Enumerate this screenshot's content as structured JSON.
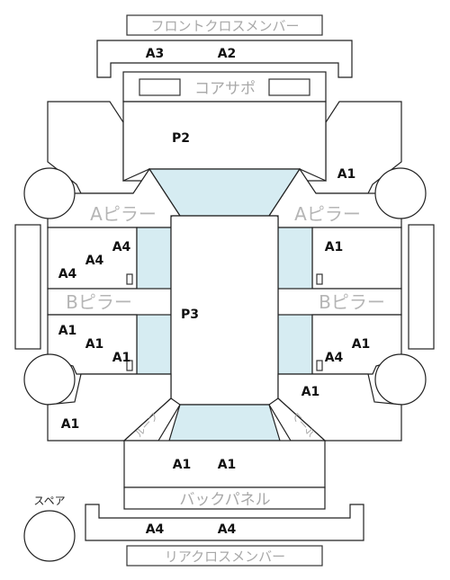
{
  "labels": {
    "front_cross_member": "フロントクロスメンバー",
    "core_support": "コアサポ",
    "a_pillar": "Aピラー",
    "b_pillar": "Bピラー",
    "roof": "ルーフ",
    "back_panel": "バックパネル",
    "rear_cross_member": "リアクロスメンバー",
    "spare": "スペア"
  },
  "codes": {
    "front_cross_left": "A3",
    "front_cross_right": "A2",
    "hood": "P2",
    "roof": "P3",
    "right_front_fender": "A1",
    "left_front_door_top": "A4",
    "left_front_door_mid": "A4",
    "left_front_door_outer": "A4",
    "right_front_door": "A1",
    "left_rear_door_top": "A1",
    "left_rear_door_mid": "A1",
    "left_rear_door_inner": "A1",
    "right_rear_door_mid": "A1",
    "right_rear_door_inner": "A4",
    "right_rear_fender": "A1",
    "left_rear_fender": "A1",
    "trunk_left": "A1",
    "trunk_right": "A1",
    "rear_cross_left": "A4",
    "rear_cross_right": "A4"
  }
}
